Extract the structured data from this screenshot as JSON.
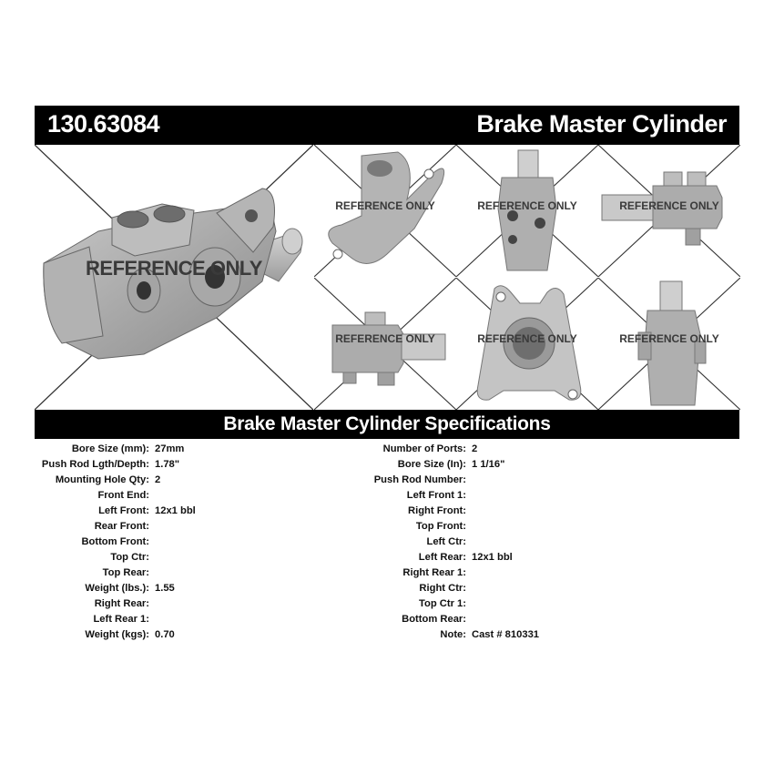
{
  "header": {
    "part_number": "130.63084",
    "product_title": "Brake Master Cylinder"
  },
  "images": {
    "watermark": "REFERENCE ONLY",
    "views": [
      "main-view",
      "top-flange-view",
      "front-port-view",
      "side-view-1",
      "side-view-2",
      "bore-end-view",
      "front-view-2"
    ]
  },
  "specs": {
    "title": "Brake Master Cylinder Specifications",
    "left": [
      {
        "label": "Bore Size (mm):",
        "value": "27mm"
      },
      {
        "label": "Push Rod Lgth/Depth:",
        "value": "1.78\""
      },
      {
        "label": "Mounting Hole Qty:",
        "value": "2"
      },
      {
        "label": "Front End:",
        "value": ""
      },
      {
        "label": "Left Front:",
        "value": "12x1 bbl"
      },
      {
        "label": "Rear Front:",
        "value": ""
      },
      {
        "label": "Bottom Front:",
        "value": ""
      },
      {
        "label": "Top Ctr:",
        "value": ""
      },
      {
        "label": "Top Rear:",
        "value": ""
      },
      {
        "label": "Weight (lbs.):",
        "value": "1.55"
      },
      {
        "label": "Right Rear:",
        "value": ""
      },
      {
        "label": "Left Rear 1:",
        "value": ""
      },
      {
        "label": "Weight (kgs):",
        "value": "0.70"
      }
    ],
    "right": [
      {
        "label": "Number of Ports:",
        "value": "2"
      },
      {
        "label": "Bore Size (In):",
        "value": "1 1/16\""
      },
      {
        "label": "Push Rod Number:",
        "value": ""
      },
      {
        "label": "Left Front 1:",
        "value": ""
      },
      {
        "label": "Right Front:",
        "value": ""
      },
      {
        "label": "Top Front:",
        "value": ""
      },
      {
        "label": "Left Ctr:",
        "value": ""
      },
      {
        "label": "Left Rear:",
        "value": "12x1 bbl"
      },
      {
        "label": "Right Rear 1:",
        "value": ""
      },
      {
        "label": "Right Ctr:",
        "value": ""
      },
      {
        "label": "Top Ctr 1:",
        "value": ""
      },
      {
        "label": "Bottom Rear:",
        "value": ""
      },
      {
        "label": "Note:",
        "value": "Cast # 810331"
      }
    ]
  }
}
